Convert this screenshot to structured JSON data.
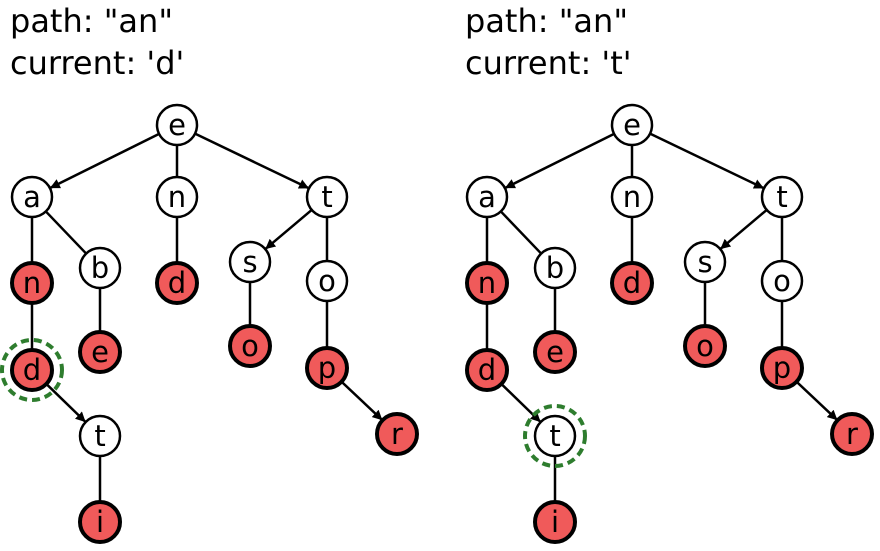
{
  "colors": {
    "terminal_fill": "#f05a5a",
    "normal_fill": "#ffffff",
    "stroke": "#000000",
    "highlight_ring": "#2e7d2e"
  },
  "panels": [
    {
      "path_line": "path: \"an\"",
      "current_line": "current: 'd'",
      "nodes": [
        {
          "id": "e",
          "label": "e",
          "terminal": false
        },
        {
          "id": "a",
          "label": "a",
          "terminal": false
        },
        {
          "id": "n1",
          "label": "n",
          "terminal": false
        },
        {
          "id": "t1",
          "label": "t",
          "terminal": false
        },
        {
          "id": "n2",
          "label": "n",
          "terminal": true
        },
        {
          "id": "b",
          "label": "b",
          "terminal": false
        },
        {
          "id": "d1",
          "label": "d",
          "terminal": true
        },
        {
          "id": "s",
          "label": "s",
          "terminal": false
        },
        {
          "id": "o1",
          "label": "o",
          "terminal": false
        },
        {
          "id": "d2",
          "label": "d",
          "terminal": true,
          "highlighted": true
        },
        {
          "id": "e2",
          "label": "e",
          "terminal": true
        },
        {
          "id": "o2",
          "label": "o",
          "terminal": true
        },
        {
          "id": "p",
          "label": "p",
          "terminal": true
        },
        {
          "id": "t2",
          "label": "t",
          "terminal": false
        },
        {
          "id": "r",
          "label": "r",
          "terminal": true
        },
        {
          "id": "i",
          "label": "i",
          "terminal": true
        }
      ],
      "edges": [
        {
          "from": "e",
          "to": "a",
          "arrow": true
        },
        {
          "from": "e",
          "to": "n1",
          "arrow": false
        },
        {
          "from": "e",
          "to": "t1",
          "arrow": true
        },
        {
          "from": "a",
          "to": "n2",
          "arrow": false
        },
        {
          "from": "a",
          "to": "b",
          "arrow": false
        },
        {
          "from": "n1",
          "to": "d1",
          "arrow": false
        },
        {
          "from": "t1",
          "to": "s",
          "arrow": true
        },
        {
          "from": "t1",
          "to": "o1",
          "arrow": false
        },
        {
          "from": "n2",
          "to": "d2",
          "arrow": false
        },
        {
          "from": "b",
          "to": "e2",
          "arrow": false
        },
        {
          "from": "s",
          "to": "o2",
          "arrow": false
        },
        {
          "from": "o1",
          "to": "p",
          "arrow": false
        },
        {
          "from": "d2",
          "to": "t2",
          "arrow": true
        },
        {
          "from": "p",
          "to": "r",
          "arrow": true
        },
        {
          "from": "t2",
          "to": "i",
          "arrow": false
        }
      ]
    },
    {
      "path_line": "path: \"an\"",
      "current_line": "current: 't'",
      "nodes": [
        {
          "id": "e",
          "label": "e",
          "terminal": false
        },
        {
          "id": "a",
          "label": "a",
          "terminal": false
        },
        {
          "id": "n1",
          "label": "n",
          "terminal": false
        },
        {
          "id": "t1",
          "label": "t",
          "terminal": false
        },
        {
          "id": "n2",
          "label": "n",
          "terminal": true
        },
        {
          "id": "b",
          "label": "b",
          "terminal": false
        },
        {
          "id": "d1",
          "label": "d",
          "terminal": true
        },
        {
          "id": "s",
          "label": "s",
          "terminal": false
        },
        {
          "id": "o1",
          "label": "o",
          "terminal": false
        },
        {
          "id": "d2",
          "label": "d",
          "terminal": true
        },
        {
          "id": "e2",
          "label": "e",
          "terminal": true
        },
        {
          "id": "o2",
          "label": "o",
          "terminal": true
        },
        {
          "id": "p",
          "label": "p",
          "terminal": true
        },
        {
          "id": "t2",
          "label": "t",
          "terminal": false,
          "highlighted": true
        },
        {
          "id": "r",
          "label": "r",
          "terminal": true
        },
        {
          "id": "i",
          "label": "i",
          "terminal": true
        }
      ],
      "edges": [
        {
          "from": "e",
          "to": "a",
          "arrow": true
        },
        {
          "from": "e",
          "to": "n1",
          "arrow": false
        },
        {
          "from": "e",
          "to": "t1",
          "arrow": true
        },
        {
          "from": "a",
          "to": "n2",
          "arrow": false
        },
        {
          "from": "a",
          "to": "b",
          "arrow": false
        },
        {
          "from": "n1",
          "to": "d1",
          "arrow": false
        },
        {
          "from": "t1",
          "to": "s",
          "arrow": true
        },
        {
          "from": "t1",
          "to": "o1",
          "arrow": false
        },
        {
          "from": "n2",
          "to": "d2",
          "arrow": false
        },
        {
          "from": "b",
          "to": "e2",
          "arrow": false
        },
        {
          "from": "s",
          "to": "o2",
          "arrow": false
        },
        {
          "from": "o1",
          "to": "p",
          "arrow": false
        },
        {
          "from": "d2",
          "to": "t2",
          "arrow": true
        },
        {
          "from": "p",
          "to": "r",
          "arrow": true
        },
        {
          "from": "t2",
          "to": "i",
          "arrow": false
        }
      ]
    }
  ]
}
